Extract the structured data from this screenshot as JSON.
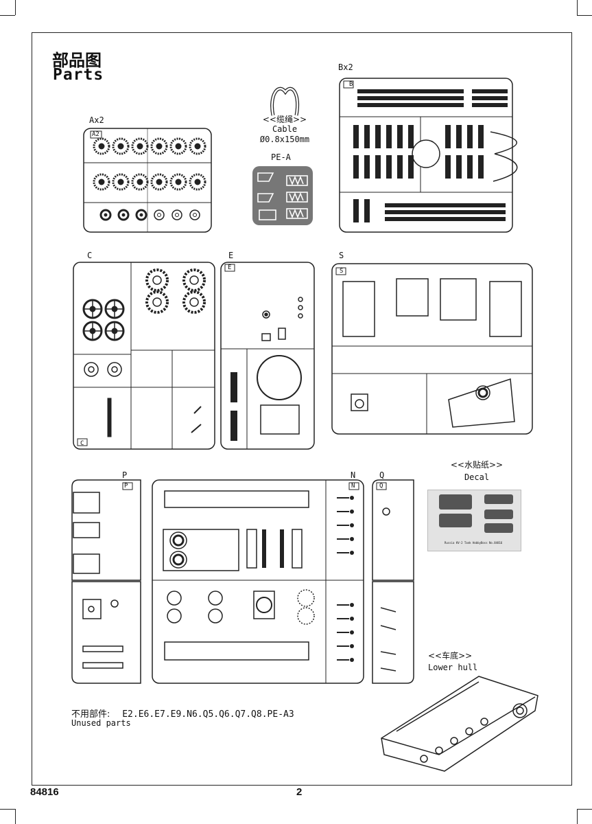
{
  "header": {
    "title_cn": "部品图",
    "title_en": "Parts"
  },
  "sprues": {
    "A": {
      "label": "Ax2",
      "tag": "A2"
    },
    "B": {
      "label": "Bx2",
      "tag": "B"
    },
    "C": {
      "label": "C",
      "tag": "C"
    },
    "E": {
      "label": "E",
      "tag": "E"
    },
    "S": {
      "label": "S",
      "tag": "S"
    },
    "P": {
      "label": "P",
      "tag": "P"
    },
    "N": {
      "label": "N",
      "tag": "N"
    },
    "Q": {
      "label": "Q",
      "tag": "Q"
    }
  },
  "cable": {
    "label_cn": "<<缆绳>>",
    "label_en": "Cable",
    "size": "Ø0.8x150mm"
  },
  "pe": {
    "label": "PE-A"
  },
  "decal": {
    "label_cn": "<<水贴纸>>",
    "label_en": "Decal",
    "footer": "Russia KV-2 Tank   HobbyBoss  No.84816"
  },
  "lower_hull": {
    "label_cn": "<<车底>>",
    "label_en": "Lower hull"
  },
  "unused": {
    "label_cn": "不用部件:",
    "parts": "E2.E6.E7.E9.N6.Q5.Q6.Q7.Q8.PE-A3",
    "label_en": "Unused parts"
  },
  "footer": {
    "kit_number": "84816",
    "page_number": "2"
  },
  "colors": {
    "line": "#222222",
    "pe_background": "#777777",
    "decal_background": "#e3e3e3"
  }
}
